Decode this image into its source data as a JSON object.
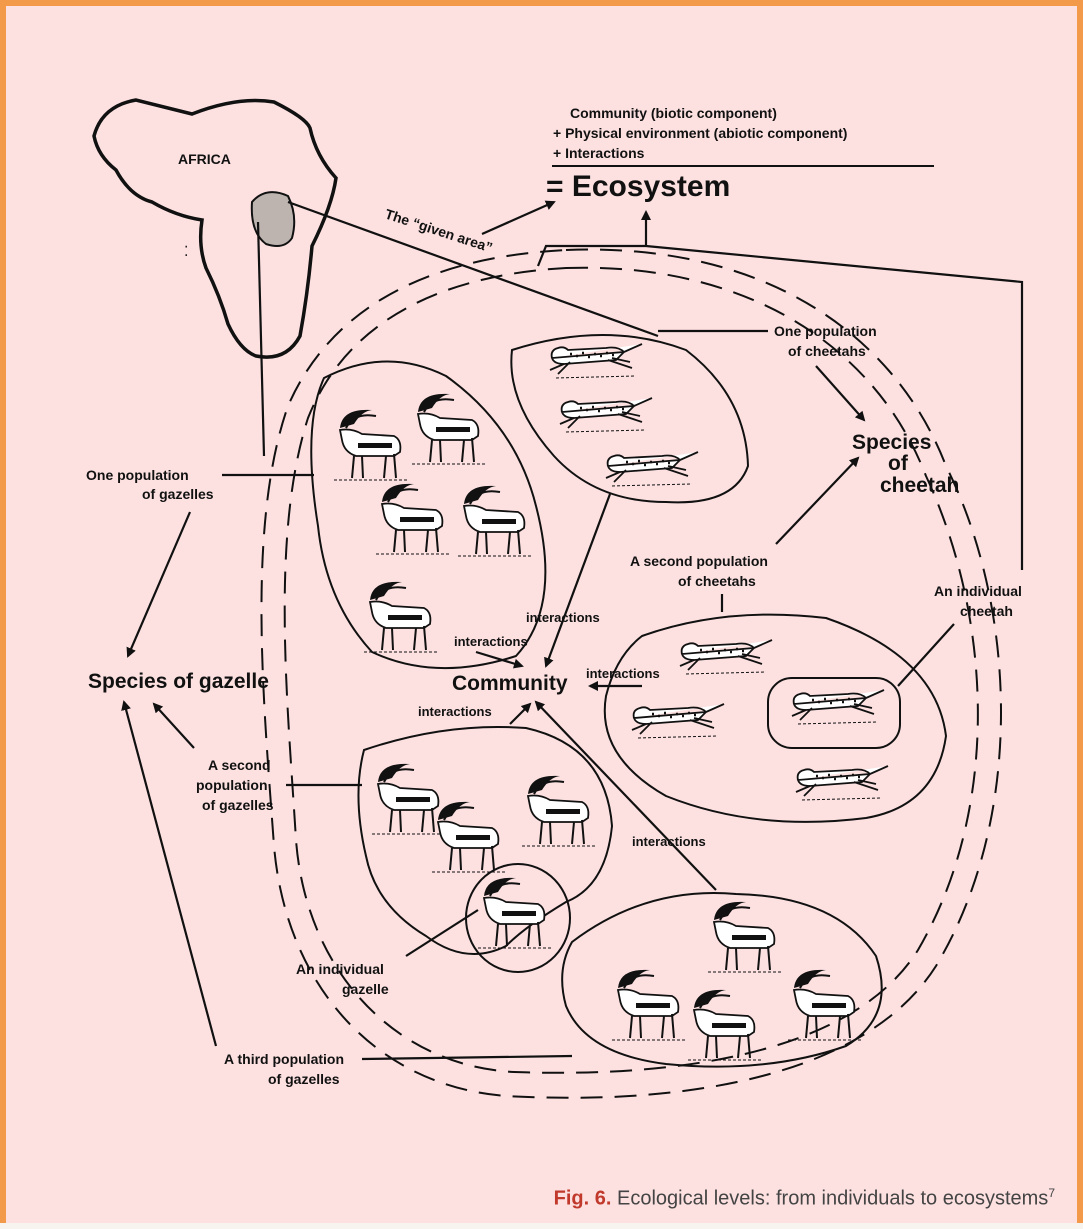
{
  "labels": {
    "africa": "AFRICA",
    "formula_line1": "Community (biotic component)",
    "formula_line2": "+ Physical environment (abiotic component)",
    "formula_line3": "+ Interactions",
    "ecosystem": "= Ecosystem",
    "given_area": "The “given area”",
    "one_pop_cheetahs_1": "One population",
    "one_pop_cheetahs_2": "of cheetahs",
    "species_cheetah_1": "Species",
    "species_cheetah_2": "of",
    "species_cheetah_3": "cheetah",
    "one_pop_gazelles_1": "One population",
    "one_pop_gazelles_2": "of gazelles",
    "species_gazelle": "Species of gazelle",
    "second_pop_cheetahs_1": "A second population",
    "second_pop_cheetahs_2": "of cheetahs",
    "individual_cheetah_1": "An individual",
    "individual_cheetah_2": "cheetah",
    "community": "Community",
    "interactions": "interactions",
    "second_pop_gazelles_1": "A second",
    "second_pop_gazelles_2": "population",
    "second_pop_gazelles_3": "of gazelles",
    "individual_gazelle_1": "An individual",
    "individual_gazelle_2": "gazelle",
    "third_pop_gazelles_1": "A third population",
    "third_pop_gazelles_2": "of gazelles"
  },
  "caption": {
    "fig": "Fig. 6.",
    "text": " Ecological levels: from individuals to ecosystems",
    "sup": "7"
  },
  "colors": {
    "border": "#f2994a",
    "background": "#fde1e1",
    "figure_label": "#c0392b",
    "ink": "#111111"
  },
  "icons": [
    "gazelle-icon",
    "cheetah-icon"
  ]
}
